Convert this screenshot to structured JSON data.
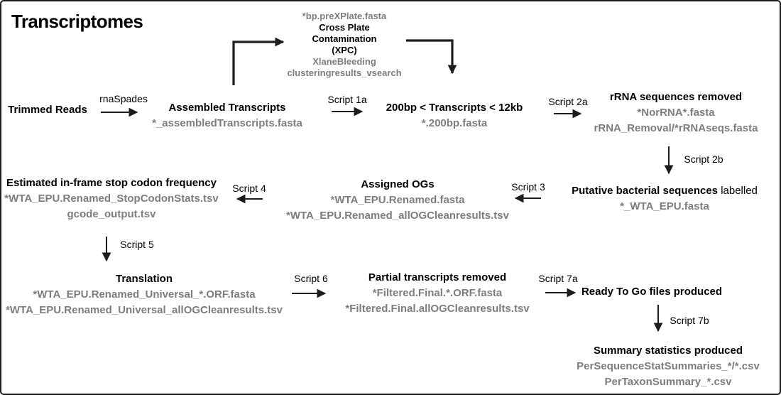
{
  "diagram_title": "Transcriptomes",
  "colors": {
    "text": "#000000",
    "muted_file_text": "#7d7d7d",
    "background": "#ffffff"
  },
  "nodes": {
    "trimmed_reads": {
      "title": "Trimmed Reads"
    },
    "assembled_transcripts": {
      "title": "Assembled Transcripts",
      "files": [
        "*_assembledTranscripts.fasta"
      ]
    },
    "cross_plate_contamination": {
      "input_file": "*bp.preXPlate.fasta",
      "title_line1": "Cross Plate",
      "title_line2": "Contamination",
      "title_line3": "(XPC)",
      "files": [
        "XlaneBleeding",
        "clusteringresults_vsearch"
      ]
    },
    "length_filtered": {
      "title": "200bp < Transcripts < 12kb",
      "files": [
        "*.200bp.fasta"
      ]
    },
    "rrna_removed": {
      "title": "rRNA sequences removed",
      "files": [
        "*NorRNA*.fasta",
        "rRNA_Removal/*rRNAseqs.fasta"
      ]
    },
    "putative_bacterial": {
      "title_bold": "Putative bacterial sequences",
      "title_normal": "labelled",
      "files": [
        "*_WTA_EPU.fasta"
      ]
    },
    "assigned_ogs": {
      "title": "Assigned OGs",
      "files": [
        "*WTA_EPU.Renamed.fasta",
        "*WTA_EPU.Renamed_allOGCleanresults.tsv"
      ]
    },
    "stop_codon_frequency": {
      "title": "Estimated in-frame stop codon frequency",
      "files": [
        "*WTA_EPU.Renamed_StopCodonStats.tsv",
        "gcode_output.tsv"
      ]
    },
    "translation": {
      "title": "Translation",
      "files": [
        "*WTA_EPU.Renamed_Universal_*.ORF.fasta",
        "*WTA_EPU.Renamed_Universal_allOGCleanresults.tsv"
      ]
    },
    "partial_removed": {
      "title": "Partial transcripts removed",
      "files": [
        "*Filtered.Final.*.ORF.fasta",
        "*Filtered.Final.allOGCleanresults.tsv"
      ]
    },
    "ready_to_go": {
      "title": "Ready To Go files produced"
    },
    "summary_stats": {
      "title": "Summary statistics produced",
      "files": [
        "PerSequenceStatSummaries_*/*.csv",
        "PerTaxonSummary_*.csv"
      ]
    }
  },
  "edge_labels": {
    "rnaspades": "rnaSpades",
    "script_1a": "Script 1a",
    "script_2a": "Script 2a",
    "script_2b": "Script 2b",
    "script_3": "Script 3",
    "script_4": "Script 4",
    "script_5": "Script 5",
    "script_6": "Script 6",
    "script_7a": "Script 7a",
    "script_7b": "Script 7b"
  }
}
